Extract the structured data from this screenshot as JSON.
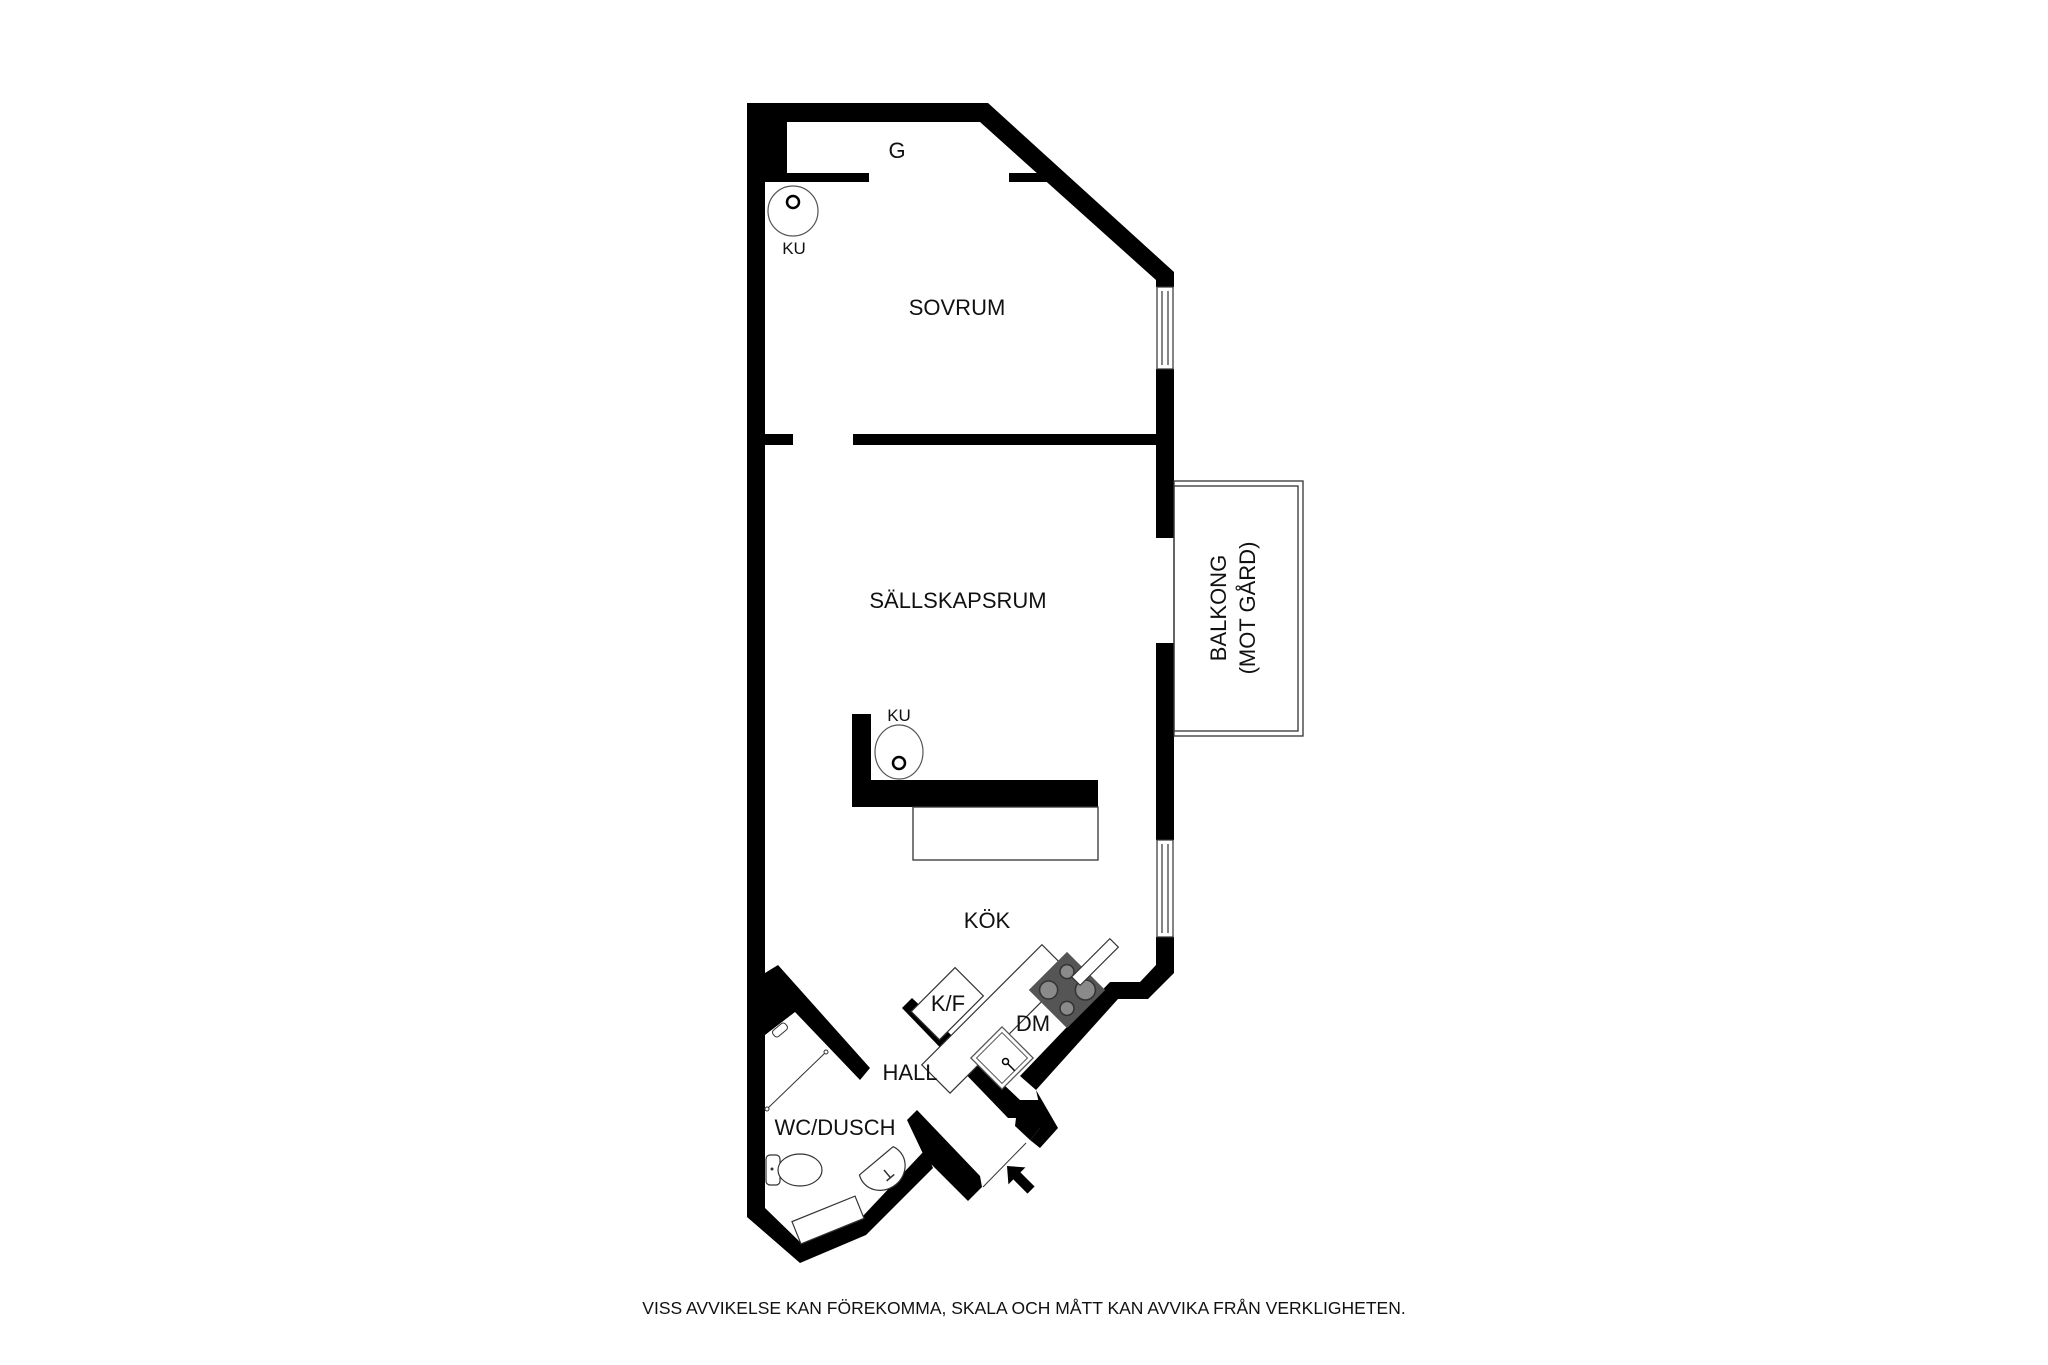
{
  "floorplan": {
    "rooms": {
      "closet": "G",
      "bedroom": "SOVRUM",
      "living_room": "SÄLLSKAPSRUM",
      "kitchen": "KÖK",
      "hall": "HALL",
      "bathroom": "WC/DUSCH",
      "balcony_line1": "BALKONG",
      "balcony_line2": "(MOT GÅRD)"
    },
    "fixtures": {
      "stove_ku_1": "KU",
      "stove_ku_2": "KU",
      "fridge_freezer": "K/F",
      "dishwasher": "DM"
    },
    "icons": [
      "entrance-arrow-icon",
      "stove-icon",
      "sink-icon",
      "toilet-icon",
      "washbasin-icon",
      "tiled-stove-icon"
    ],
    "colors": {
      "wall": "#000000",
      "background": "#ffffff",
      "stove": "#555555",
      "burner": "#8a8a8a"
    }
  },
  "disclaimer": "VISS AVVIKELSE KAN FÖREKOMMA, SKALA OCH MÅTT KAN AVVIKA FRÅN VERKLIGHETEN."
}
